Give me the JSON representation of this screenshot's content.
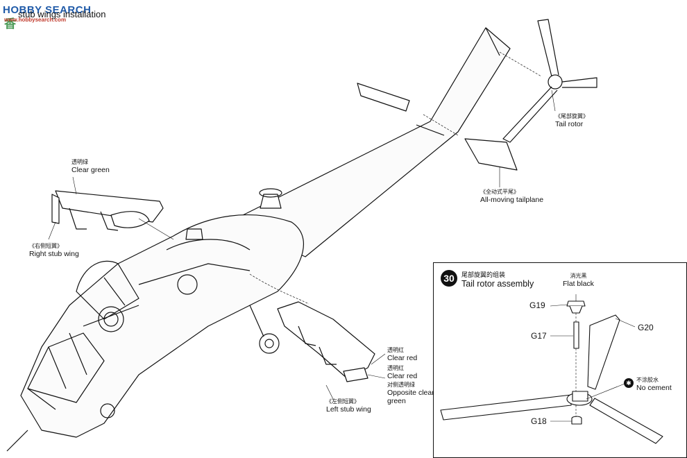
{
  "watermark": {
    "text": "HOBBY SEARCH",
    "sub": "www.hobbysearch.com",
    "logo": "香"
  },
  "section_title": "stub wings installation",
  "labels": {
    "clear_green": {
      "cn": "透明绿",
      "en": "Clear green"
    },
    "right_stub_wing": {
      "cn": "《右侧短翼》",
      "en": "Right stub wing"
    },
    "tail_rotor": {
      "cn": "《尾部旋翼》",
      "en": "Tail rotor"
    },
    "tailplane": {
      "cn": "《全动式平尾》",
      "en": "All-moving tailplane"
    },
    "left_stub_wing": {
      "cn": "《左侧短翼》",
      "en": "Left stub wing"
    },
    "clear_red_1": {
      "cn": "透明红",
      "en": "Clear red"
    },
    "clear_red_2": {
      "cn": "透明红",
      "en": "Clear red"
    },
    "opposite_clear_green": {
      "cn": "对侧透明绿",
      "en": "Opposite clear green"
    }
  },
  "inset": {
    "step_number": "30",
    "title_cn": "尾部旋翼的组装",
    "title_en": "Tail rotor assembly",
    "flat_black": {
      "cn": "消光黑",
      "en": "Flat black"
    },
    "parts": {
      "g19": "G19",
      "g17": "G17",
      "g20": "G20",
      "g18": "G18"
    },
    "no_cement": {
      "cn": "不涂胶水",
      "en": "No cement",
      "icon": "no-glue-icon"
    }
  }
}
